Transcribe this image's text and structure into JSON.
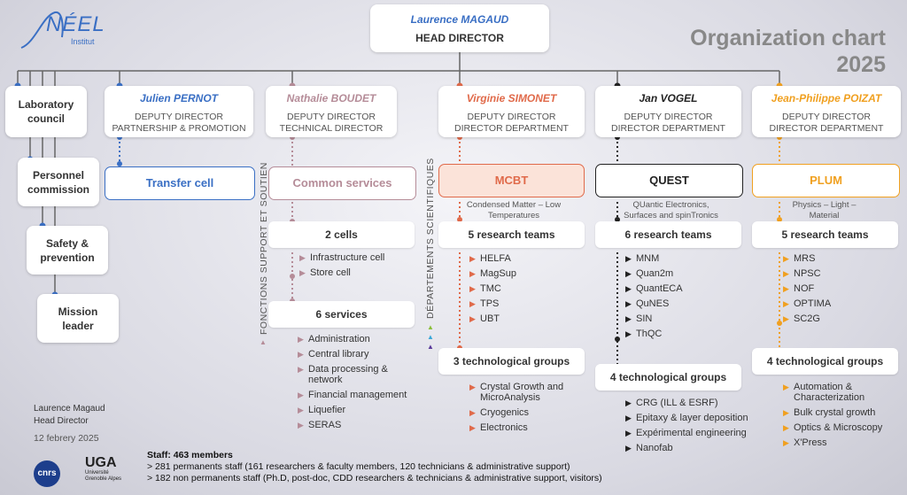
{
  "logo": {
    "name": "NÉEL",
    "sub": "Institut"
  },
  "title": {
    "line1": "Organization chart",
    "line2": "2025"
  },
  "director": {
    "name": "Laurence MAGAUD",
    "role": "HEAD DIRECTOR"
  },
  "councils": [
    "Laboratory council",
    "Personnel commission",
    "Safety & prevention",
    "Mission leader"
  ],
  "deputies": [
    {
      "name": "Julien PERNOT",
      "role1": "DEPUTY DIRECTOR",
      "role2": "PARTNERSHIP & PROMOTION",
      "color": "#3a6fc4"
    },
    {
      "name": "Nathalie BOUDET",
      "role1": "DEPUTY DIRECTOR",
      "role2": "TECHNICAL DIRECTOR",
      "color": "#b58c98"
    },
    {
      "name": "Virginie SIMONET",
      "role1": "DEPUTY DIRECTOR",
      "role2": "DIRECTOR DEPARTMENT",
      "color": "#e06a4a"
    },
    {
      "name": "Jan VOGEL",
      "role1": "DEPUTY DIRECTOR",
      "role2": "DIRECTOR DEPARTMENT",
      "color": "#222222"
    },
    {
      "name": "Jean-Philippe POIZAT",
      "role1": "DEPUTY DIRECTOR",
      "role2": "DIRECTOR DEPARTMENT",
      "color": "#f0a020"
    }
  ],
  "side_labels": {
    "support": "FONCTIONS SUPPORT ET SOUTIEN",
    "departments": "DÉPARTEMENTS SCIENTIFIQUES"
  },
  "transfer": {
    "label": "Transfer cell"
  },
  "common": {
    "label": "Common services",
    "cells_header": "2 cells",
    "cells": [
      "Infrastructure cell",
      "Store cell"
    ],
    "services_header": "6 services",
    "services": [
      "Administration",
      "Central library",
      "Data processing & network",
      "Financial management",
      "Liquefier",
      "SERAS"
    ]
  },
  "mcbt": {
    "label": "MCBT",
    "desc": "Condensed Matter – Low Temperatures",
    "teams_header": "5 research teams",
    "teams": [
      "HELFA",
      "MagSup",
      "TMC",
      "TPS",
      "UBT"
    ],
    "groups_header": "3 technological groups",
    "groups": [
      "Crystal Growth and MicroAnalysis",
      "Cryogenics",
      "Electronics"
    ]
  },
  "quest": {
    "label": "QUEST",
    "desc": "QUantic Electronics, Surfaces and spinTronics",
    "teams_header": "6 research teams",
    "teams": [
      "MNM",
      "Quan2m",
      "QuantECA",
      "QuNES",
      "SIN",
      "ThQC"
    ],
    "groups_header": "4 technological groups",
    "groups": [
      "CRG (ILL & ESRF)",
      "Epitaxy & layer deposition",
      "Expérimental engineering",
      "Nanofab"
    ]
  },
  "plum": {
    "label": "PLUM",
    "desc": "Physics – Light – Material",
    "teams_header": "5 research teams",
    "teams": [
      "MRS",
      "NPSC",
      "NOF",
      "OPTIMA",
      "SC2G"
    ],
    "groups_header": "4 technological groups",
    "groups": [
      "Automation & Characterization",
      "Bulk crystal growth",
      "Optics & Microscopy",
      "X'Press"
    ]
  },
  "signature": {
    "name": "Laurence Magaud",
    "role": "Head Director",
    "date": "12 febrery 2025"
  },
  "staff": {
    "title": "Staff: 463 members",
    "line1": "> 281 permanents staff  (161 researchers & faculty members, 120 technicians & administrative support)",
    "line2": "> 182 non permanents staff (Ph.D, post-doc, CDD researchers & technicians & administrative support, visitors)"
  },
  "partners": {
    "cnrs": "cnrs",
    "uga": "UGA",
    "uga_sub1": "Université",
    "uga_sub2": "Grenoble Alpes"
  },
  "colors": {
    "blue": "#3a6fc4",
    "mauve": "#b58c98",
    "orange": "#e06a4a",
    "dark": "#222222",
    "yellow": "#f0a020",
    "title": "#888888"
  }
}
